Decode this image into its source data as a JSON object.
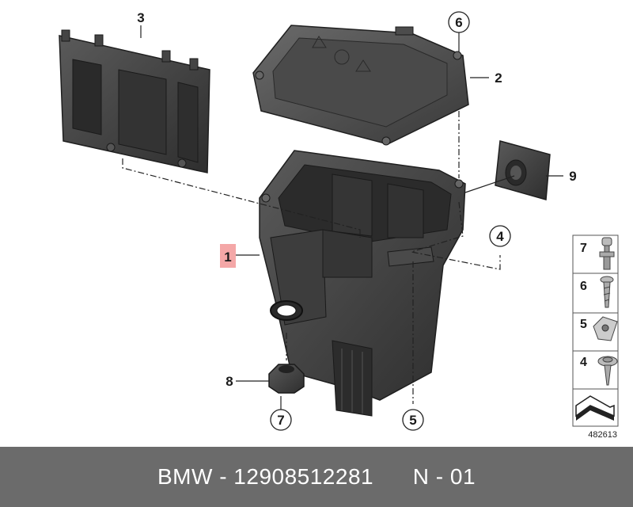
{
  "callouts": {
    "c1": "1",
    "c2": "2",
    "c3": "3",
    "c4": "4",
    "c5": "5",
    "c6": "6",
    "c7": "7",
    "c8": "8",
    "c9": "9"
  },
  "legend": {
    "items": [
      "7",
      "6",
      "5",
      "4"
    ]
  },
  "reference_number": "482613",
  "footer": {
    "text": "BMW - 12908512281      N - 01"
  },
  "colors": {
    "highlight": "#f4a7a7",
    "footer_bg": "#6b6b6b",
    "part_fill": "#3a3a3a",
    "part_light": "#555555"
  }
}
